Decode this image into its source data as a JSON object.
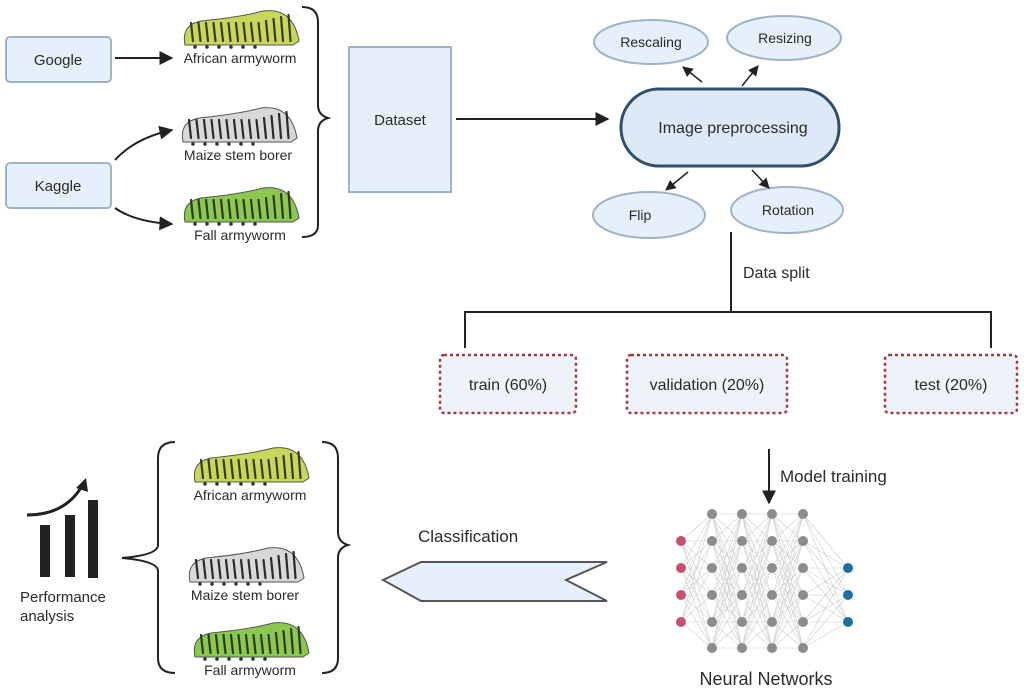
{
  "sources": {
    "google": "Google",
    "kaggle": "Kaggle"
  },
  "classes_top": [
    {
      "label": "African armyworm",
      "color": "#c8d65a",
      "stripe": "#3a3a1a"
    },
    {
      "label": "Maize stem borer",
      "color": "#d8d8d8",
      "stripe": "#2a2a2a"
    },
    {
      "label": "Fall armyworm",
      "color": "#8cc850",
      "stripe": "#2a3a1a"
    }
  ],
  "dataset": {
    "label": "Dataset"
  },
  "preprocessing": {
    "label": "Image preprocessing",
    "ops": [
      "Rescaling",
      "Resizing",
      "Flip",
      "Rotation"
    ]
  },
  "data_split": {
    "label": "Data split",
    "splits": [
      {
        "label": "train (60%)",
        "percent": 60
      },
      {
        "label": "validation (20%)",
        "percent": 20
      },
      {
        "label": "test (20%)",
        "percent": 20
      }
    ]
  },
  "model_training": {
    "label": "Model training"
  },
  "neural_network": {
    "label": "Neural Networks",
    "input_color": "#c8506e",
    "hidden_color": "#8c8c8c",
    "output_color": "#1f6fa0"
  },
  "classification": {
    "label": "Classification"
  },
  "classes_bottom": [
    {
      "label": "African armyworm",
      "color": "#c8d65a",
      "stripe": "#3a3a1a"
    },
    {
      "label": "Maize stem borer",
      "color": "#d8d8d8",
      "stripe": "#2a2a2a"
    },
    {
      "label": "Fall armyworm",
      "color": "#8cc850",
      "stripe": "#2a3a1a"
    }
  ],
  "performance": {
    "line1": "Performance",
    "line2": "analysis"
  },
  "colors": {
    "box_fill": "#e6f0fb",
    "box_stroke": "#9fb3c8",
    "pill_stroke": "#2f4f6e",
    "dashed_stroke": "#a83a3a",
    "line": "#222222"
  }
}
